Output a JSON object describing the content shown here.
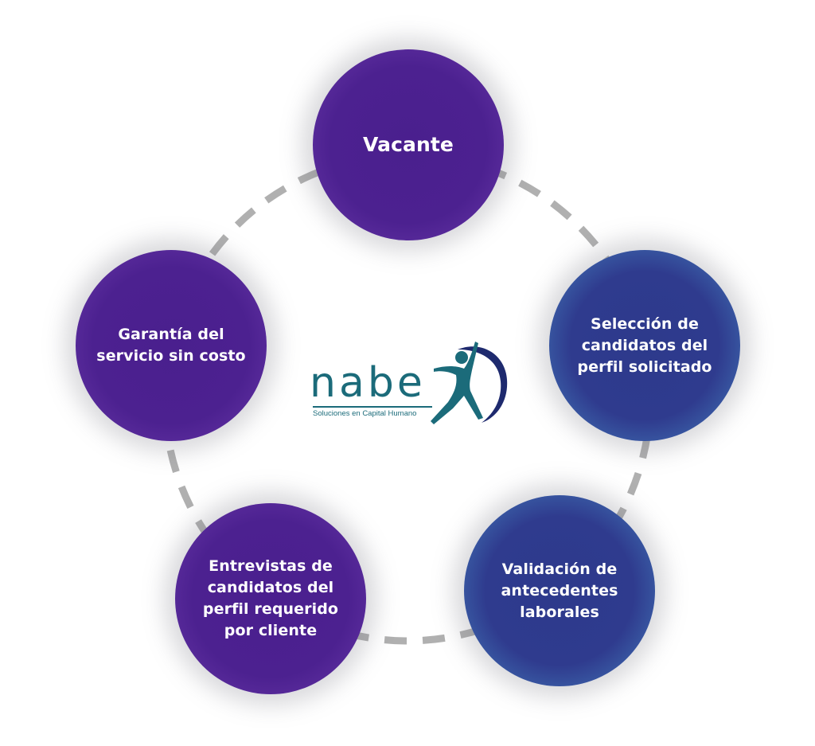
{
  "diagram": {
    "type": "cycle",
    "center_logo": {
      "brand": "nabe",
      "tagline": "Soluciones en Capital Humano",
      "colors": {
        "text": "#1b6b7a",
        "arc": "#1e2a6e"
      }
    },
    "connector": {
      "style": "dashed",
      "color": "#b0b0b0"
    },
    "nodes": [
      {
        "id": "vacante",
        "label": "Vacante",
        "color": "purple",
        "hex": "#4c2190"
      },
      {
        "id": "seleccion",
        "label": "Selección de candidatos del perfil solicitado",
        "color": "blue",
        "hex": "#2f3b8e"
      },
      {
        "id": "validacion",
        "label": "Validación de antecedentes laborales",
        "color": "blue",
        "hex": "#2f3b8e"
      },
      {
        "id": "entrevistas",
        "label": "Entrevistas de candidatos del perfil requerido por cliente",
        "color": "purple",
        "hex": "#4c2190"
      },
      {
        "id": "garantia",
        "label": "Garantía del servicio sin costo",
        "color": "purple",
        "hex": "#4c2190"
      }
    ]
  }
}
